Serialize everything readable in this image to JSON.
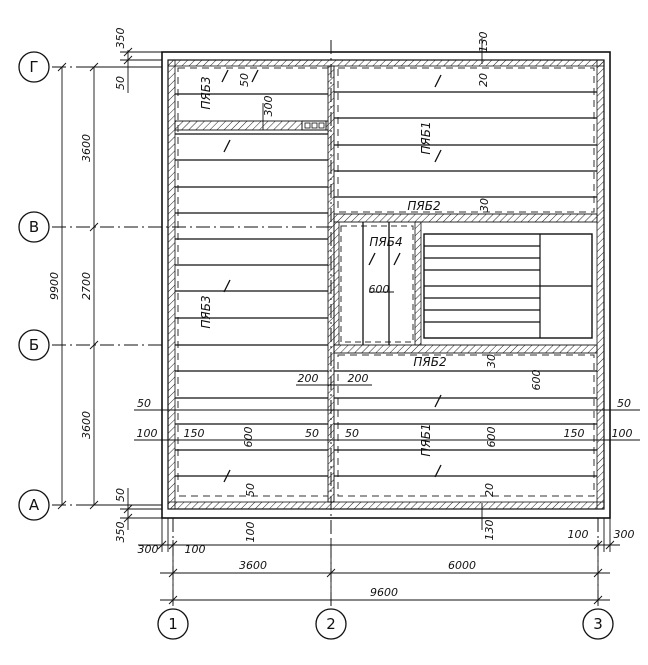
{
  "axes": {
    "rows": [
      "Г",
      "В",
      "Б",
      "А"
    ],
    "cols": [
      "1",
      "2",
      "3"
    ]
  },
  "slabs": {
    "p1": "ПЯБ1",
    "p2": "ПЯБ2",
    "p3": "ПЯБ3",
    "p4": "ПЯБ4"
  },
  "dims": {
    "left_350_top": "350",
    "left_50_top": "50",
    "left_3600_top": "3600",
    "left_2700": "2700",
    "left_9900": "9900",
    "left_3600_bot": "3600",
    "left_50_bot": "50",
    "left_350_bot": "350",
    "top_130": "130",
    "top_20": "20",
    "top_300": "300",
    "top_50": "50",
    "mid_30_a": "30",
    "mid_30_b": "30",
    "stair_600": "600",
    "mid_200_l": "200",
    "mid_200_r": "200",
    "right_600": "600",
    "lhs_50": "50",
    "lhs_100": "100",
    "lhs_150": "150",
    "in_600_l": "600",
    "in_50_l": "50",
    "in_50_r": "50",
    "in_600_r": "600",
    "rhs_150": "150",
    "rhs_50": "50",
    "rhs_100": "100",
    "bot_50": "50",
    "bot_20": "20",
    "bot_100_l": "100",
    "bot_130": "130",
    "bot_300_l": "300",
    "bot_100_l2": "100",
    "bot_100_r": "100",
    "bot_300_r": "300",
    "bot_3600": "3600",
    "bot_6000": "6000",
    "bot_9600": "9600"
  }
}
